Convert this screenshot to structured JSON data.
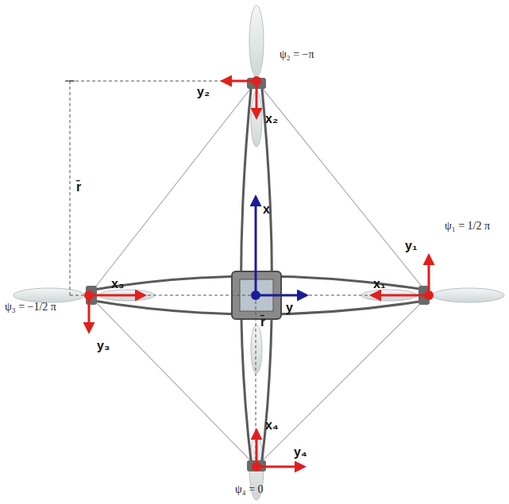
{
  "diagram": {
    "labels": [
      "ψ₂ = −π",
      "y₂",
      "r̄",
      "x₂",
      "x",
      "y₁",
      "ψ₁ = 1/2 π",
      "x₃",
      "y",
      "x₁",
      "ψ₃ = −1/2 π",
      "y₃",
      "r̄",
      "x₄",
      "y₄",
      "ψ₄ = 0"
    ]
  }
}
